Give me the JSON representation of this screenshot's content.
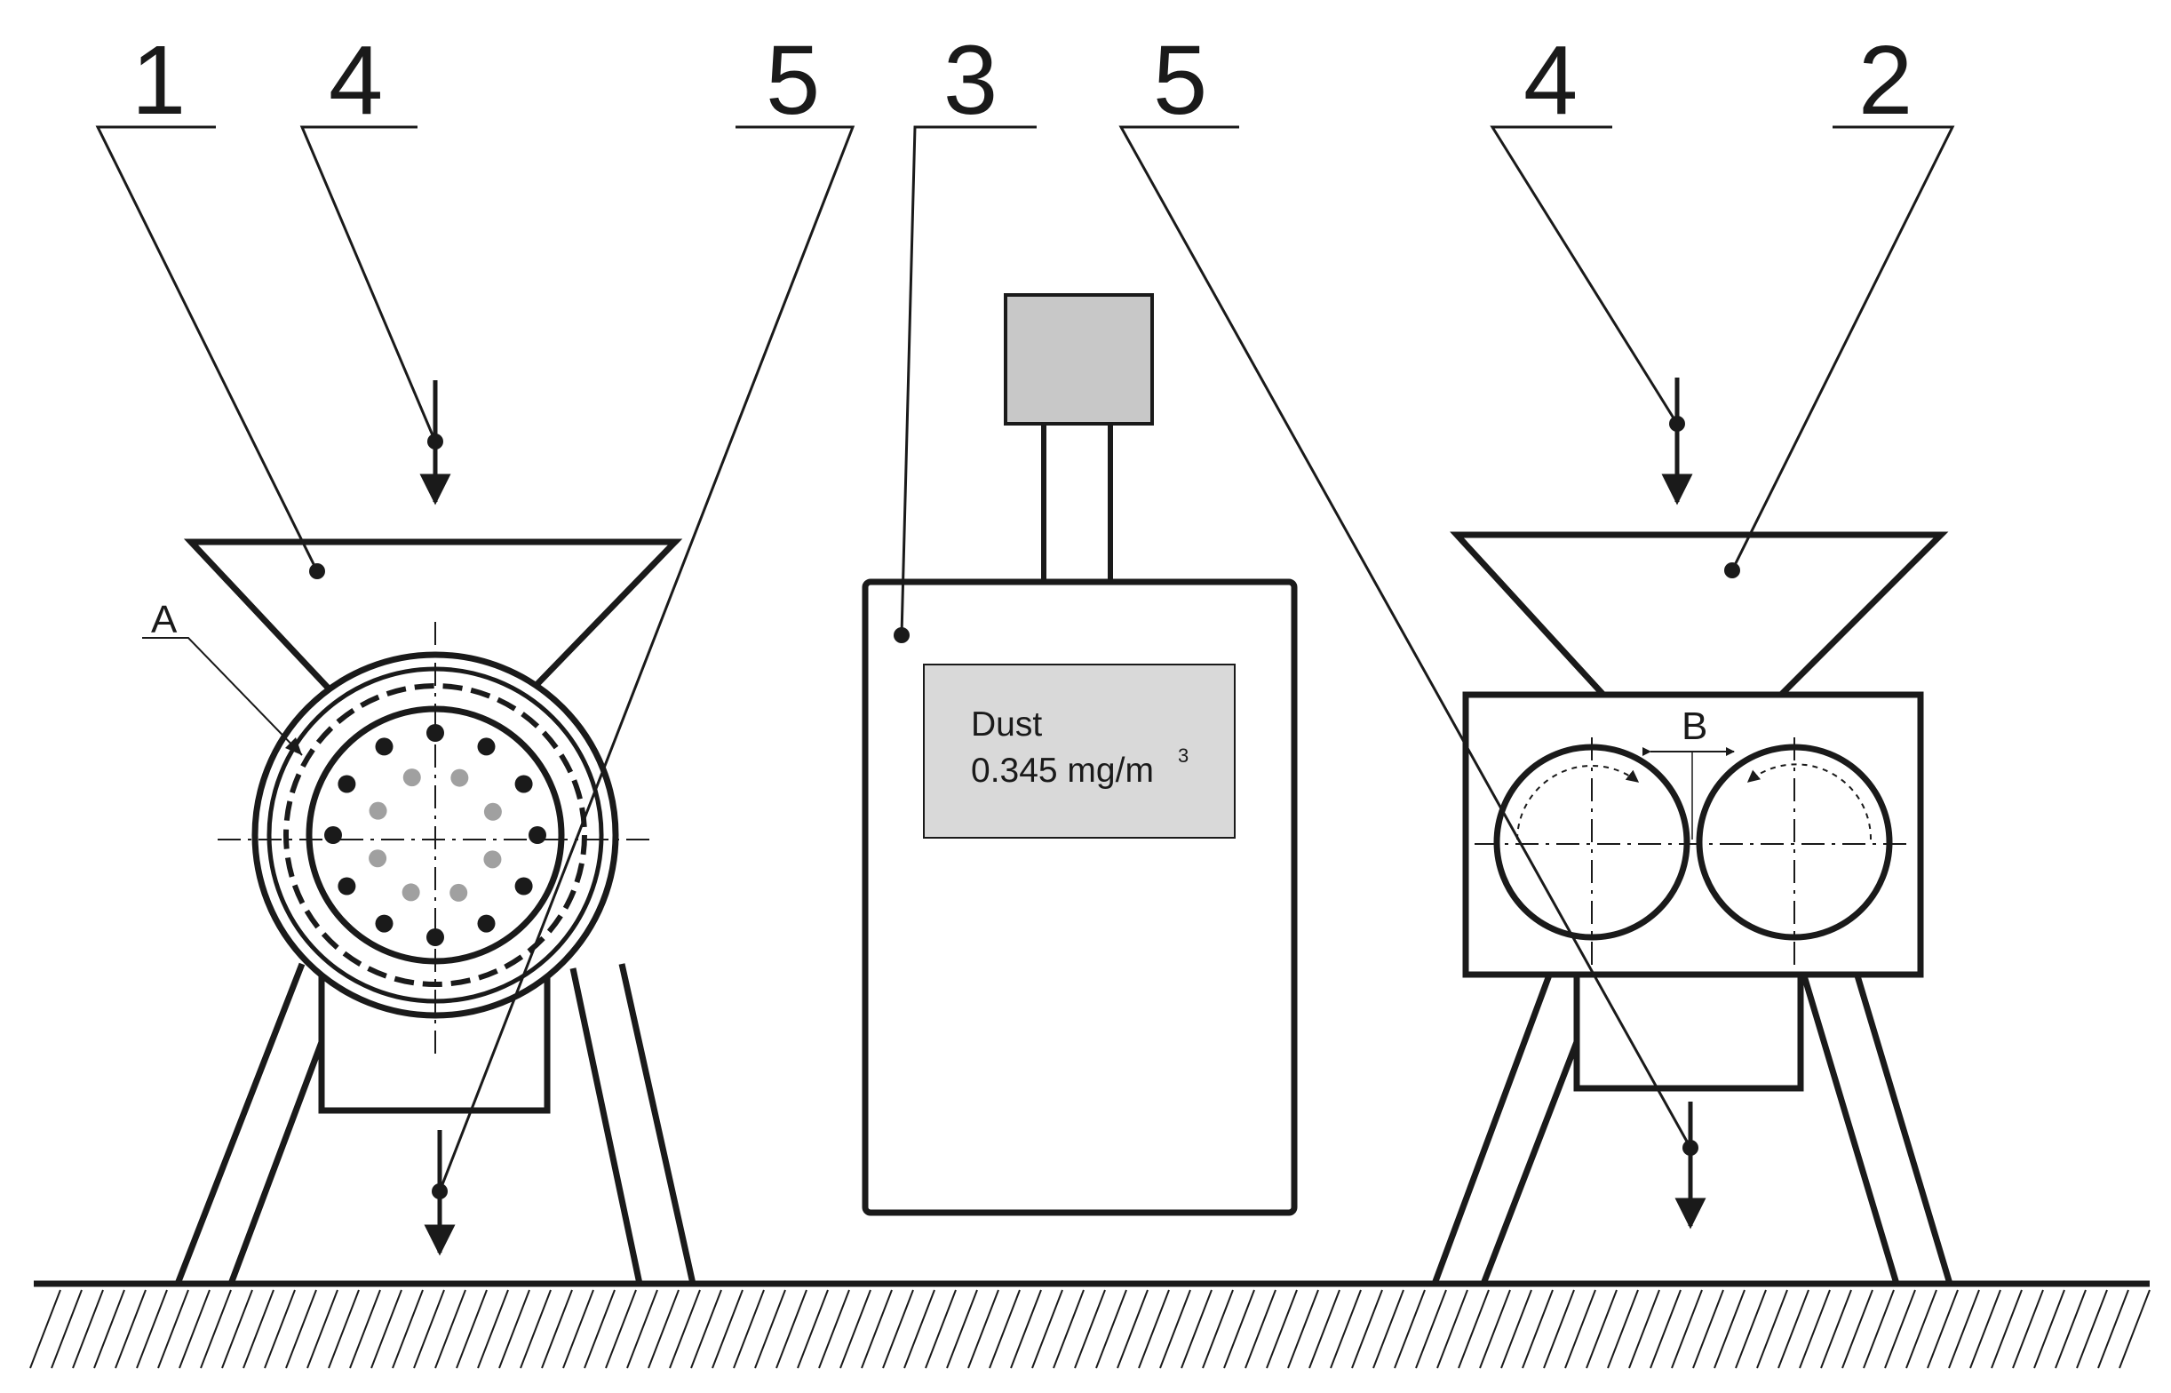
{
  "callouts": {
    "label_1": "1",
    "label_4_left": "4",
    "label_5_left": "5",
    "label_3": "3",
    "label_5_right": "5",
    "label_4_right": "4",
    "label_2": "2"
  },
  "detail_labels": {
    "a": "A",
    "b": "B"
  },
  "dust_meter": {
    "title": "Dust",
    "reading": "0.345 mg/m",
    "unit_superscript": "3"
  },
  "colors": {
    "line": "#1a1a1a",
    "sensor_head_fill": "#c8c8c8",
    "screen_fill": "#d9d9d9",
    "gray_hole": "#a0a0a0"
  }
}
